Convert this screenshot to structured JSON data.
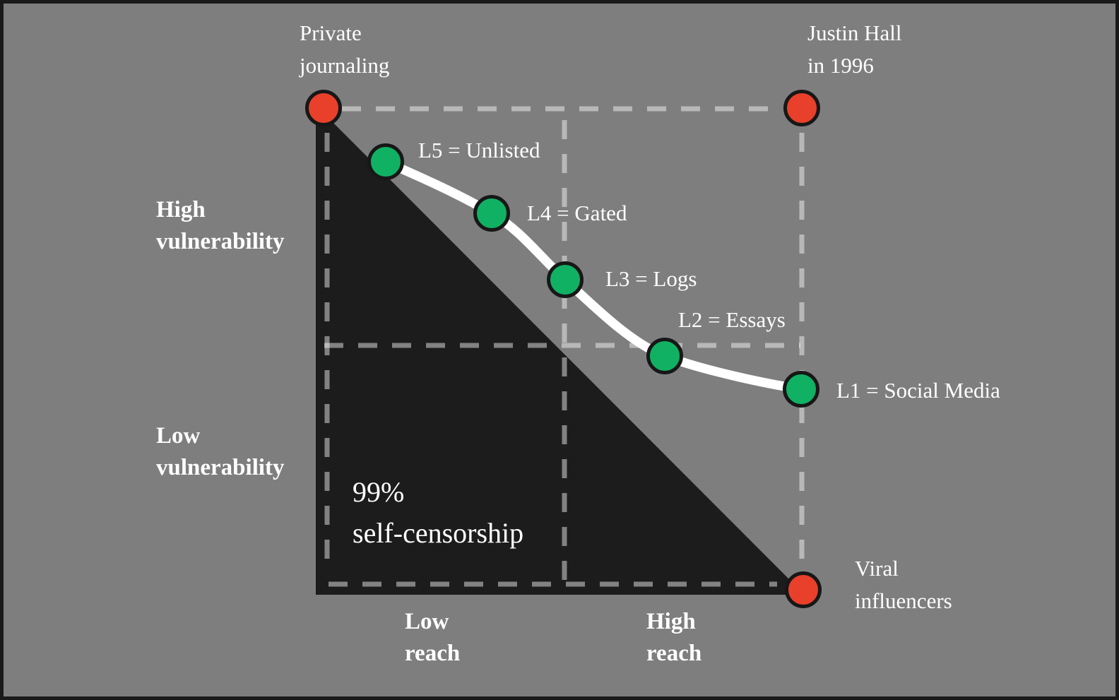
{
  "colors": {
    "background": "#7e7e7e",
    "frame_border": "#1a1a1a",
    "triangle": "#1c1c1c",
    "dashed_line": "rgba(255,255,255,0.45)",
    "curve": "#ffffff",
    "endpoint_red": "#e8402a",
    "level_green": "#10b163",
    "dot_outline": "#171717",
    "text": "#ffffff"
  },
  "corner_points": [
    {
      "id": "private-journaling",
      "label_lines": [
        "Private",
        "journaling"
      ],
      "dot_color": "#e8402a",
      "position": "top-left: low reach, high vulnerability extreme"
    },
    {
      "id": "justin-hall-1996",
      "label_lines": [
        "Justin Hall",
        "in 1996"
      ],
      "dot_color": "#e8402a",
      "position": "top-right: high reach, high vulnerability extreme"
    },
    {
      "id": "viral-influencers",
      "label_lines": [
        "Viral",
        "influencers"
      ],
      "dot_color": "#e8402a",
      "position": "bottom-right: high reach, low vulnerability extreme"
    }
  ],
  "levels": [
    {
      "id": "L5",
      "label": "L5 = Unlisted"
    },
    {
      "id": "L4",
      "label": "L4 = Gated"
    },
    {
      "id": "L3",
      "label": "L3 = Logs"
    },
    {
      "id": "L2",
      "label": "L2 = Essays"
    },
    {
      "id": "L1",
      "label": "L1 = Social Media"
    }
  ],
  "axis_labels": {
    "y_high": [
      "High",
      "vulnerability"
    ],
    "y_low": [
      "Low",
      "vulnerability"
    ],
    "x_low": [
      "Low",
      "reach"
    ],
    "x_high": [
      "High",
      "reach"
    ]
  },
  "annotation": {
    "lines": [
      "99%",
      "self-censorship"
    ]
  }
}
